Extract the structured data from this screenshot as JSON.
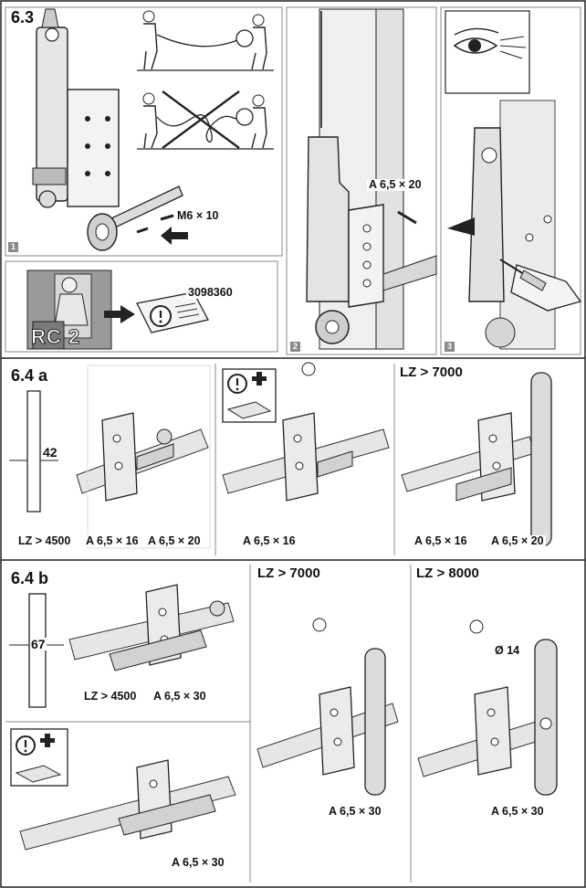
{
  "sections": {
    "s63": {
      "title": "6.3",
      "panels": [
        "1",
        "2",
        "3"
      ],
      "screw_m6": "M6 × 10",
      "screw_a": "A 6,5 × 20",
      "doc_number": "3098360",
      "rc_badge": "RC 2"
    },
    "s64a": {
      "title": "6.4 a",
      "profile_width": "42",
      "panel1": {
        "lz": "LZ > 4500",
        "screw1": "A 6,5 × 16",
        "screw2": "A 6,5 × 20"
      },
      "panel2": {
        "screw1": "A 6,5 × 16"
      },
      "panel3": {
        "lz": "LZ > 7000",
        "screw1": "A 6,5 × 16",
        "screw2": "A 6,5 × 20"
      }
    },
    "s64b": {
      "title": "6.4 b",
      "profile_width": "67",
      "panel1": {
        "lz": "LZ > 4500",
        "screw": "A 6,5 × 30"
      },
      "panel2": {
        "screw": "A 6,5 × 30"
      },
      "panel3": {
        "lz": "LZ > 7000",
        "screw": "A 6,5 × 30"
      },
      "panel4": {
        "lz": "LZ > 8000",
        "diameter": "Ø 14",
        "screw": "A 6,5 × 30"
      }
    }
  },
  "icons": [
    "person-cable-icon",
    "tangled-cable-icon",
    "eye-icon",
    "screwdriver-icon",
    "info-plus-box-icon",
    "warning-doc-icon",
    "rc2-burglar-icon"
  ],
  "colors": {
    "line": "#1a1a1a",
    "frame": "#d9d9d9",
    "panel": "#f2f2f2",
    "grey": "#8a8a8a"
  }
}
